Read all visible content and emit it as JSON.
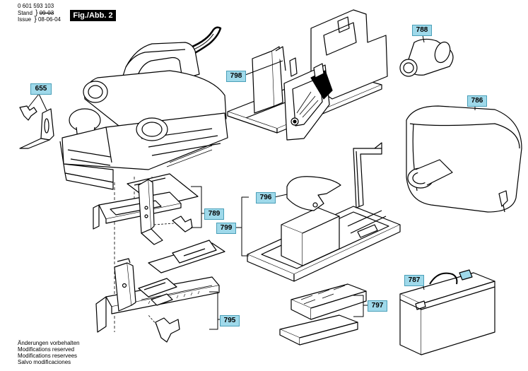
{
  "header": {
    "part_number": "0 601 593 103",
    "stand_label": "Stand",
    "stand_value_struck": "09-03",
    "issue_label": "Issue",
    "issue_value": "08-06-04",
    "figure_label": "Fig./Abb. 2"
  },
  "callouts": {
    "c655": "655",
    "c798": "798",
    "c788": "788",
    "c786": "786",
    "c789": "789",
    "c796": "796",
    "c799": "799",
    "c795": "795",
    "c797": "797",
    "c787": "787"
  },
  "footer_notes": [
    "Änderungen vorbehalten",
    "Modifications reserved",
    "Modifications reservees",
    "Salvo modificaciones"
  ],
  "colors": {
    "callout_fill": "#9fd9ea",
    "line": "#000000"
  }
}
